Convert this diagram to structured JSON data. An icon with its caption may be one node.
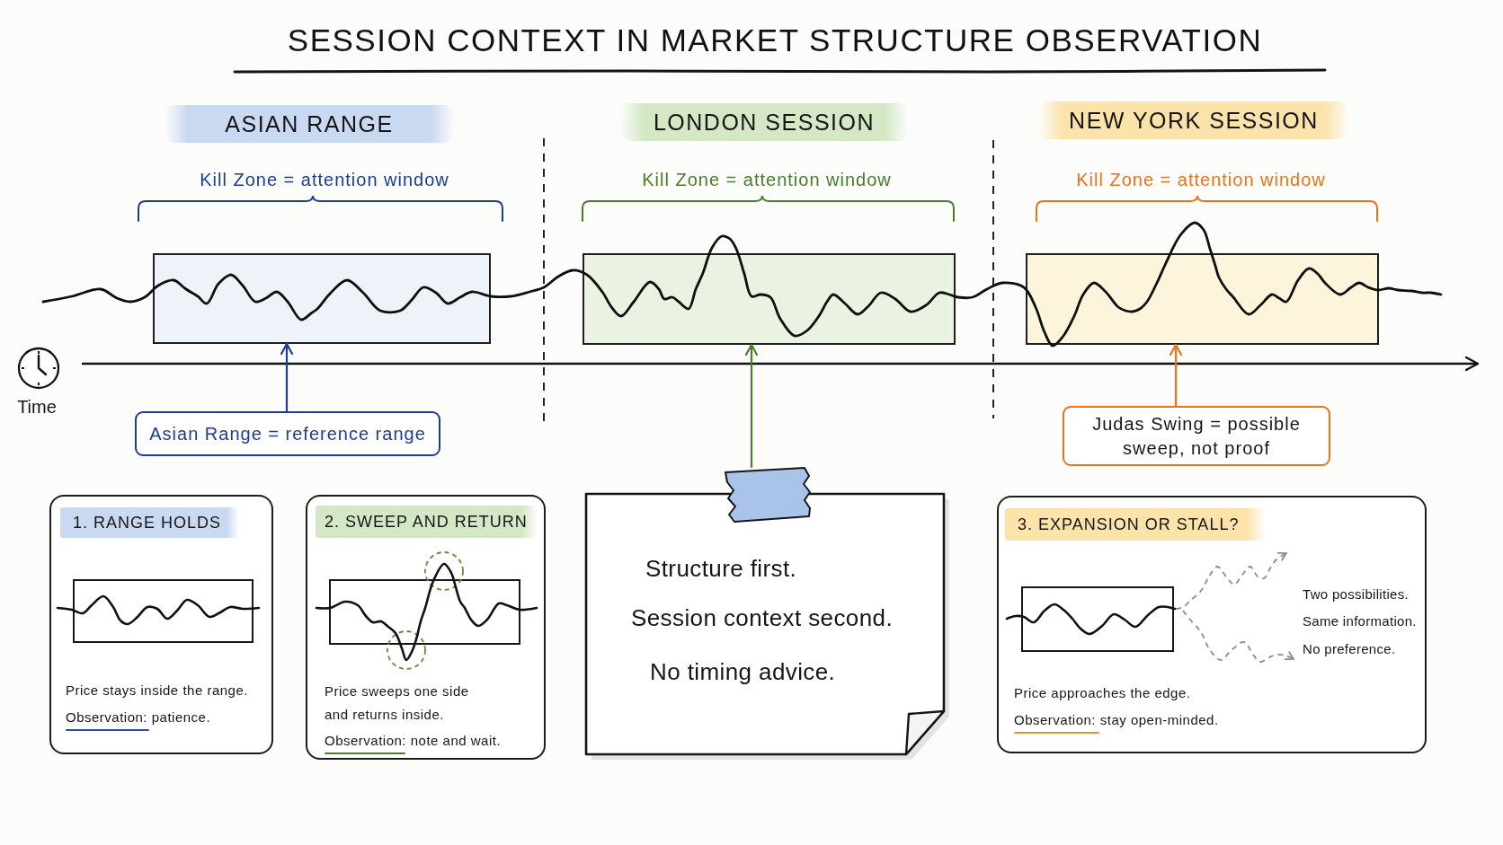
{
  "diagram": {
    "title": "SESSION CONTEXT IN MARKET STRUCTURE OBSERVATION",
    "nodes": [
      {
        "text": [
          "ASIAN RANGE"
        ]
      },
      {
        "text": [
          "LONDON SESSION"
        ]
      },
      {
        "text": [
          "NEW YORK SESSION"
        ]
      },
      {
        "text": [],
        "shape": "box"
      },
      {
        "text": [],
        "shape": "box"
      },
      {
        "text": [],
        "shape": "box"
      },
      {
        "text": [
          "Asian Range = reference range"
        ]
      },
      {
        "text": [
          "Judas Swing = possible sweep, not proof"
        ]
      },
      {
        "text": [
          "1. RANGE HOLDS",
          "Price stays inside the range.",
          "Observation: patience."
        ]
      },
      {
        "text": [
          "2. SWEEP AND RETURN",
          "Price sweeps one side and returns inside.",
          "Observation: note and wait."
        ]
      },
      {
        "text": [
          "Structure first.",
          "Session context second.",
          "No timing advice."
        ]
      },
      {
        "text": [
          "3. EXPANSION OR STALL?",
          "Two possibilities.",
          "Same information.",
          "No preference.",
          "Price approaches the edge.",
          "Observation: stay open-minded."
        ]
      }
    ],
    "edges": [
      {
        "from": 6,
        "to": 3,
        "arrow": "to",
        "color": "#1d3d8f"
      },
      {
        "from": 10,
        "to": 4,
        "arrow": "to",
        "color": "#4a7d2b"
      },
      {
        "from": 7,
        "to": 5,
        "arrow": "to",
        "color": "#e8731c"
      }
    ],
    "labels": [
      "Kill Zone = attention window",
      "Kill Zone = attention window",
      "Kill Zone = attention window",
      "Time"
    ]
  }
}
